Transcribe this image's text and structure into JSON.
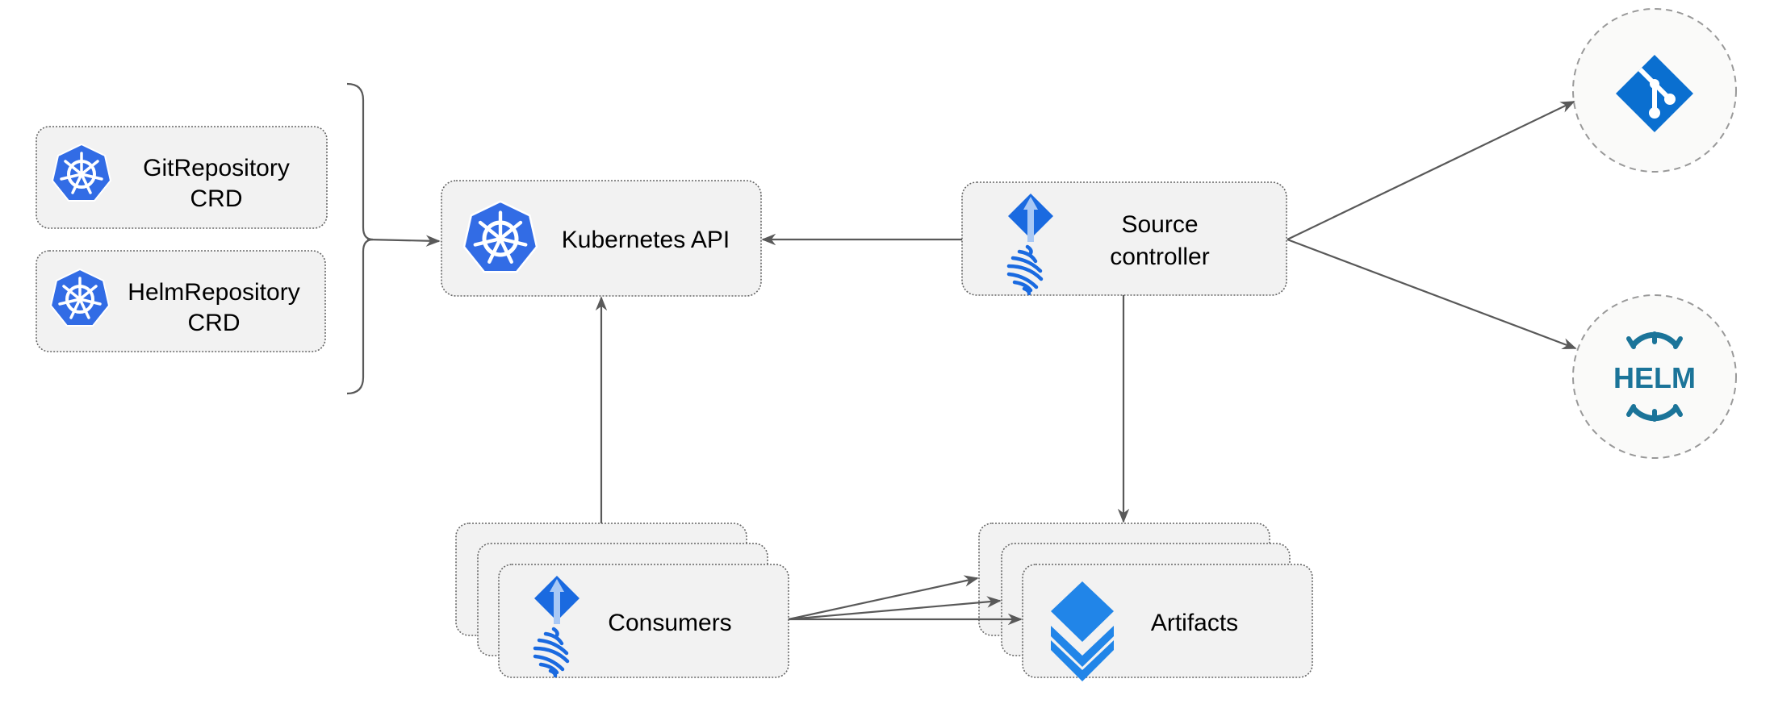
{
  "nodes": {
    "git_repository": {
      "line1": "GitRepository",
      "line2": "CRD",
      "icon": "kubernetes-icon"
    },
    "helm_repository": {
      "line1": "HelmRepository",
      "line2": "CRD",
      "icon": "kubernetes-icon"
    },
    "kubernetes_api": {
      "label": "Kubernetes API",
      "icon": "kubernetes-icon"
    },
    "source_controller": {
      "line1": "Source",
      "line2": "controller",
      "icon": "flux-icon"
    },
    "consumers": {
      "label": "Consumers",
      "icon": "flux-icon"
    },
    "artifacts": {
      "label": "Artifacts",
      "icon": "layers-icon"
    },
    "git": {
      "icon": "git-icon"
    },
    "helm": {
      "logo_text": "HELM",
      "icon": "helm-icon"
    }
  },
  "colors": {
    "kubernetes_blue": "#326ce5",
    "flux_blue": "#1a6ae0",
    "git_blue": "#0a6fd0",
    "helm_teal": "#1b7499",
    "layers_blue": "#2185e8",
    "edge": "#595959",
    "box_fill": "#f2f2f2"
  }
}
